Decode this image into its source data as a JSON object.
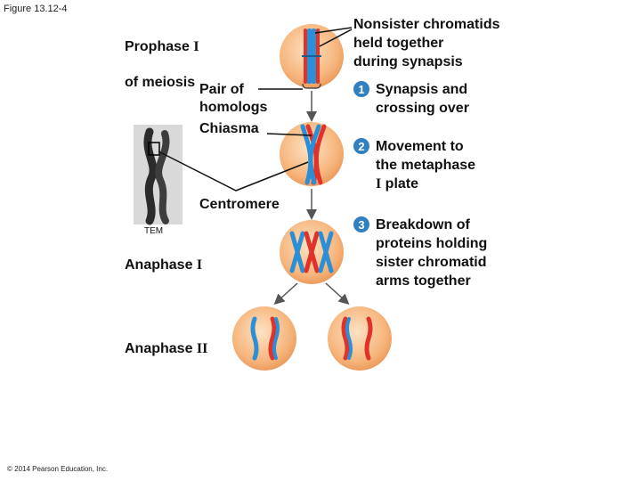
{
  "figure_label": "Figure 13.12-4",
  "labels": {
    "prophase": "Prophase ",
    "prophase_numeral": "I",
    "prophase_line2": "of meiosis",
    "pair": "Pair of\nhomologs",
    "chiasma": "Chiasma",
    "centromere": "Centromere",
    "tem": "TEM",
    "anaphase1": "Anaphase ",
    "anaphase1_numeral": "I",
    "anaphase2": "Anaphase ",
    "anaphase2_numeral": "II",
    "nonsister": "Nonsister chromatids\nheld together\nduring synapsis"
  },
  "steps": [
    {
      "number": "1",
      "text": "Synapsis and\ncrossing over"
    },
    {
      "number": "2",
      "text": "Movement to\nthe metaphase",
      "numeral": "I",
      "text_after": " plate"
    },
    {
      "number": "3",
      "text": "Breakdown of\nproteins holding\nsister chromatid\narms together"
    }
  ],
  "copyright": "© 2014 Pearson Education, Inc.",
  "colors": {
    "cell": "#f3b27a",
    "cell_edge": "#e08a45",
    "blue": "#2a8fd6",
    "red": "#e0312a",
    "badge": "#2f7fc1"
  }
}
